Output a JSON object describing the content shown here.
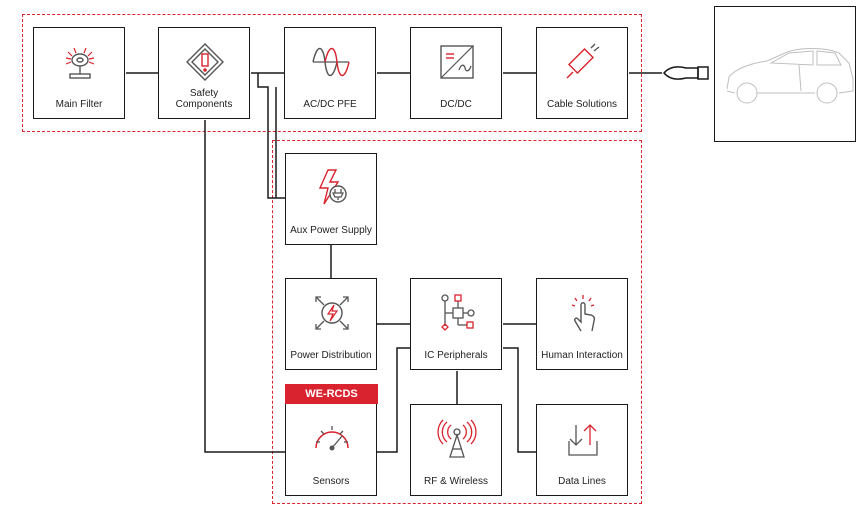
{
  "colors": {
    "accent": "#d9232e",
    "stroke": "#1a1a1a",
    "icon_gray": "#555555"
  },
  "blocks": {
    "main_filter": {
      "label": "Main Filter",
      "icon": "coil-icon"
    },
    "safety": {
      "label": "Safety Components",
      "icon": "warning-diamond-icon"
    },
    "acdc": {
      "label": "AC/DC PFE",
      "icon": "sine-wave-icon"
    },
    "dcdc": {
      "label": "DC/DC",
      "icon": "converter-icon"
    },
    "cable": {
      "label": "Cable Solutions",
      "icon": "cable-icon"
    },
    "aux": {
      "label": "Aux Power Supply",
      "icon": "power-plug-bolt-icon"
    },
    "power_dist": {
      "label": "Power Distribution",
      "icon": "power-distribution-icon"
    },
    "ic_periph": {
      "label": "IC Peripherals",
      "icon": "ic-network-icon"
    },
    "human": {
      "label": "Human Interaction",
      "icon": "touch-hand-icon"
    },
    "sensors": {
      "label": "Sensors",
      "icon": "gauge-icon"
    },
    "rf": {
      "label": "RF & Wireless",
      "icon": "antenna-icon"
    },
    "data": {
      "label": "Data Lines",
      "icon": "up-down-arrows-icon"
    }
  },
  "badge": {
    "label": "WE-RCDS"
  },
  "vehicle": {
    "icon": "car-outline-icon"
  },
  "connector": {
    "icon": "charging-plug-icon"
  }
}
